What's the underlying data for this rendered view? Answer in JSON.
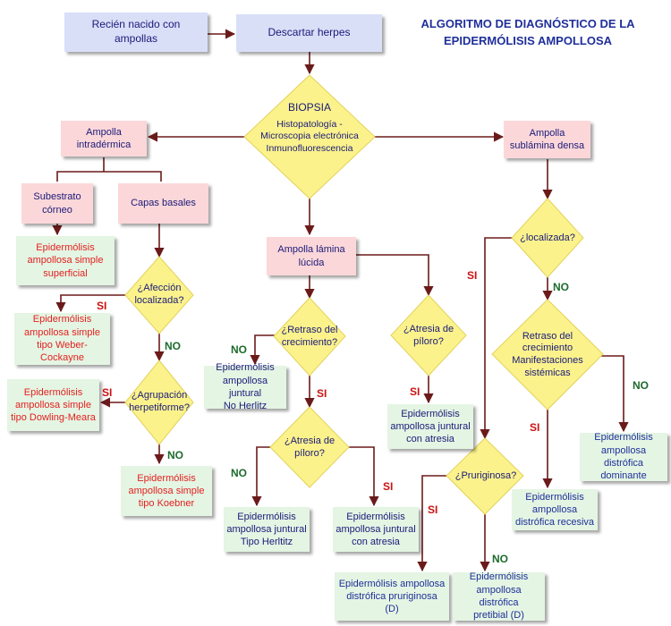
{
  "title": "ALGORITMO DE DIAGNÓSTICO DE LA\nEPIDERMÓLISIS AMPOLLOSA",
  "nodes": {
    "start": "Recién nacido con\nampollas",
    "herpes": "Descartar herpes",
    "biopsia_title": "BIOPSIA",
    "biopsia_detail": "Histopatología -\nMicroscopia electrónica\nInmunofluorescencia",
    "intradermica": "Ampolla\nintradérmica",
    "sublamina": "Ampolla\nsublámina densa",
    "lamina_lucida": "Ampolla lámina\nlúcida",
    "estrato": "Subestrato\ncórneo",
    "capas_basales": "Capas basales",
    "eas_superficial": "Epidermólisis\nampollosa simple\nsuperficial",
    "q_afeccion": "¿Afección\nlocalizada?",
    "eas_weber": "Epidermólisis\nampollosa simple\ntipo Weber-Cockayne",
    "q_agrupacion": "¿Agrupación\nherpetiforme?",
    "eas_dowling": "Epidermólisis\nampollosa simple\ntipo Dowling-Meara",
    "eas_koebner": "Epidermólisis\nampollosa simple\ntipo Koebner",
    "q_retraso": "¿Retraso del\ncrecimiento?",
    "eaj_no_herlitz": "Epidermólisis\nampollosa juntural\nNo Herlitz",
    "q_atresia_right": "¿Atresia de\npíloro?",
    "eaj_atresia_right": "Epidermólisis\nampollosa juntural\ncon atresia",
    "q_atresia_center": "¿Atresia de\npíloro?",
    "eaj_herltitz": "Epidermólisis\nampollosa juntural\nTipo Herltitz",
    "eaj_atresia_center": "Epidermólisis\nampollosa juntural\ncon atresia",
    "q_localizada": "¿localizada?",
    "q_retraso_manif": "Retraso del\ncrecimiento\nManifestaciones\nsistémicas",
    "ead_dominante": "Epidermólisis\nampollosa distrófica\ndominante",
    "ead_recesiva": "Epidermólisis\nampollosa\ndistrófica recesiva",
    "q_pruriginosa": "¿Pruriginosa?",
    "ead_pruriginosa": "Epidermólisis ampollosa\ndistrófica pruriginosa\n(D)",
    "ead_pretibial": "Epidermólisis\nampollosa distrófica\npretibial (D)"
  },
  "labels": {
    "si": "SI",
    "no": "NO"
  },
  "colors": {
    "arrow": "#6b1a1a",
    "diamond_fill": "#fbf28c",
    "start_fill": "#d9dff7",
    "pink_fill": "#fcd7d9",
    "green_fill": "#e4f5e3",
    "si_text": "#cc1111",
    "no_text": "#1c6b2c",
    "title_text": "#1f2f9a"
  }
}
